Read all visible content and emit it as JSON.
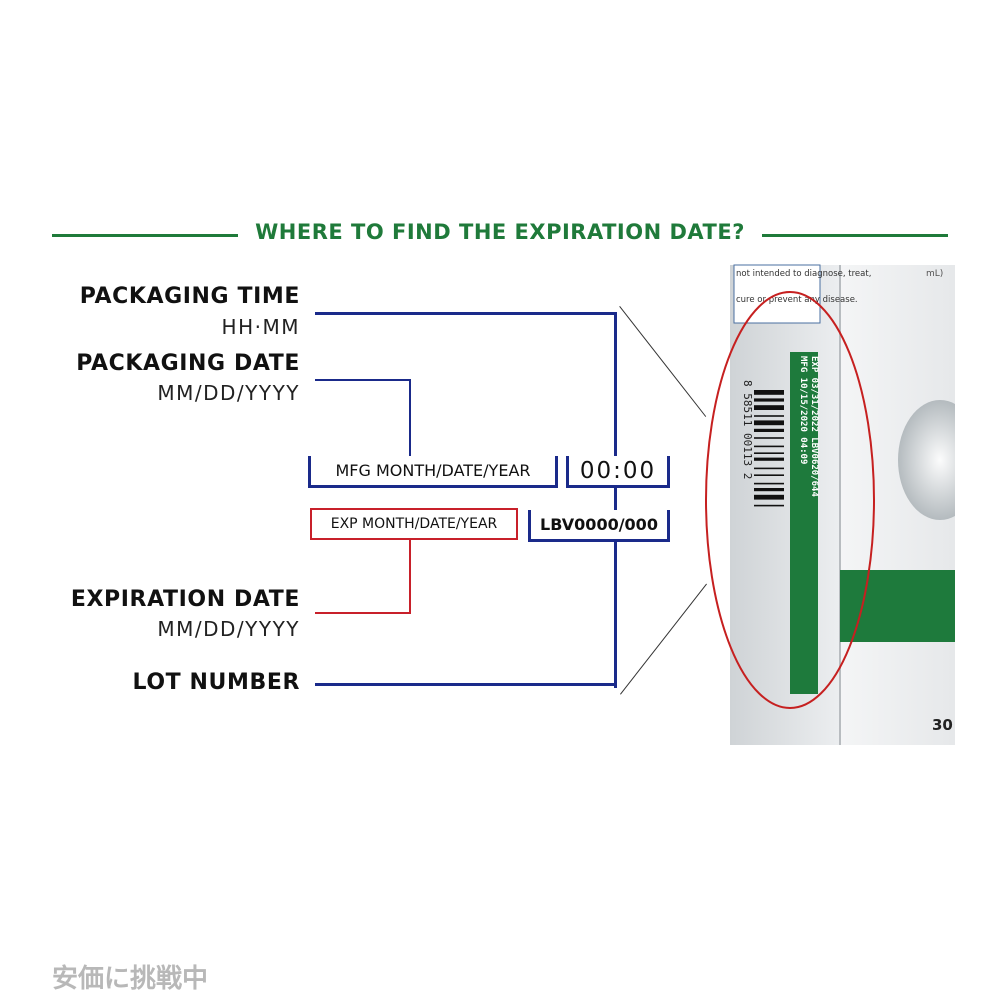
{
  "header": {
    "title": "WHERE TO FIND THE EXPIRATION DATE?"
  },
  "labels": {
    "packaging_time": {
      "title": "PACKAGING TIME",
      "format": "HH·MM"
    },
    "packaging_date": {
      "title": "PACKAGING DATE",
      "format": "MM/DD/YYYY"
    },
    "expiration_date": {
      "title": "EXPIRATION DATE",
      "format": "MM/DD/YYYY"
    },
    "lot_number": {
      "title": "LOT NUMBER"
    }
  },
  "code_boxes": {
    "mfg": "MFG MONTH/DATE/YEAR",
    "time": "00:00",
    "exp": "EXP MONTH/DATE/YEAR",
    "lot": "LBV0000/000"
  },
  "product_box": {
    "disclaimer_line1": "not intended to diagnose, treat,",
    "disclaimer_line2": "cure or prevent any disease.",
    "corner_text": "mL)",
    "mfg_line": "MFG 10/15/2020 04:09",
    "exp_line": "EXP 03/31/2022 LBV0620/644",
    "barcode_digits": "8 58511 00113 2",
    "bottom_text": "30",
    "colors": {
      "green": "#1e7a3c",
      "circle": "#c62020"
    }
  },
  "watermark": {
    "text": "安価に挑戦中"
  }
}
